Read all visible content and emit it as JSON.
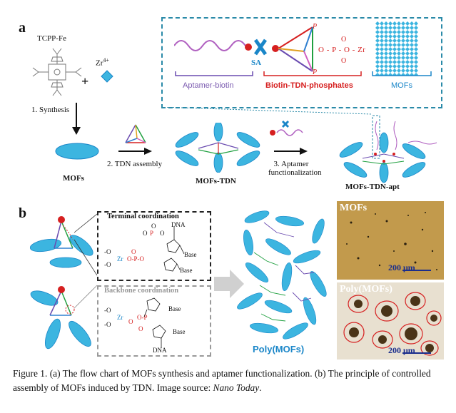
{
  "figure": {
    "panel_a": {
      "letter": "a",
      "tcpp_label": "TCPP-Fe",
      "zr_label": "Zr",
      "zr_charge": "4+",
      "plus": "+",
      "step1": "1. Synthesis",
      "mofs_label": "MOFs",
      "step2": "2. TDN assembly",
      "mofs_tdn_label": "MOFs-TDN",
      "step3_line1": "3. Aptamer",
      "step3_line2": "functionalization",
      "mofs_tdn_apt_label": "MOFs-TDN-apt",
      "inset": {
        "sa_label": "SA",
        "p_top": "P",
        "p_bottom": "P",
        "chem": "O - P - O - Zr",
        "oxygen_top": "O",
        "oxygen_bottom": "O",
        "aptamer_biotin": "Aptamer-biotin",
        "biotin_tdn": "Biotin-TDN-phosphates",
        "mofs": "MOFs",
        "colors": {
          "aptamer": "#7b5bb0",
          "biotin": "#d62020",
          "mofs": "#1a86c8"
        }
      }
    },
    "panel_b": {
      "letter": "b",
      "terminal_title": "Terminal coordination",
      "backbone_title": "Backbone coordination",
      "dna": "DNA",
      "base": "Base",
      "zr": "Zr",
      "poly_mofs": "Poly(MOFs)",
      "micro_top_label": "MOFs",
      "micro_bottom_label": "Poly(MOFs)",
      "scale_top": "200 μm",
      "scale_bottom": "200 μm"
    },
    "caption": {
      "prefix": "Figure 1. (a) The flow chart of MOFs synthesis and aptamer functionalization. (b) The principle of controlled assembly of MOFs induced by TDN. Image source: ",
      "source": "Nano Today",
      "suffix": "."
    }
  }
}
